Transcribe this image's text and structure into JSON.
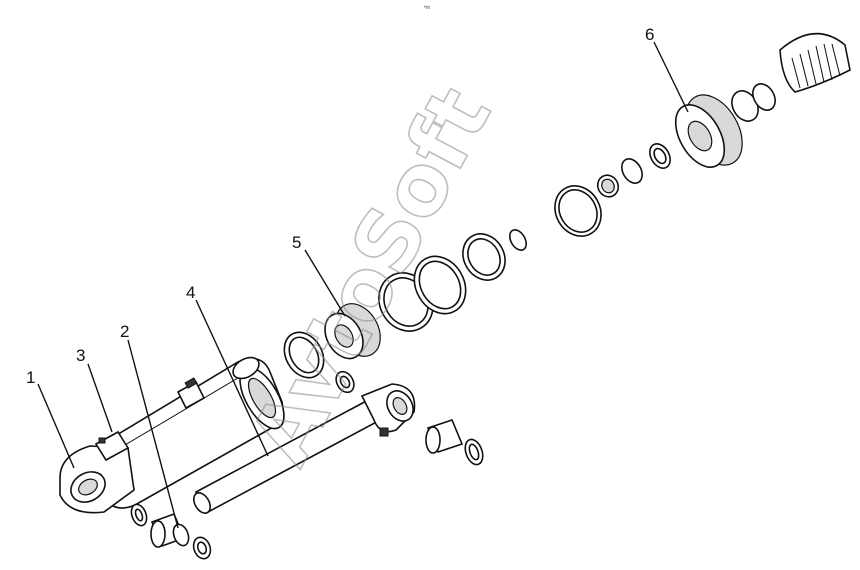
{
  "header": {
    "mark": "ªm"
  },
  "watermark": {
    "text": "AvtoSoft"
  },
  "callouts": [
    {
      "id": "1",
      "label": "1"
    },
    {
      "id": "3",
      "label": "3"
    },
    {
      "id": "2",
      "label": "2"
    },
    {
      "id": "4",
      "label": "4"
    },
    {
      "id": "5",
      "label": "5"
    },
    {
      "id": "6",
      "label": "6"
    }
  ]
}
